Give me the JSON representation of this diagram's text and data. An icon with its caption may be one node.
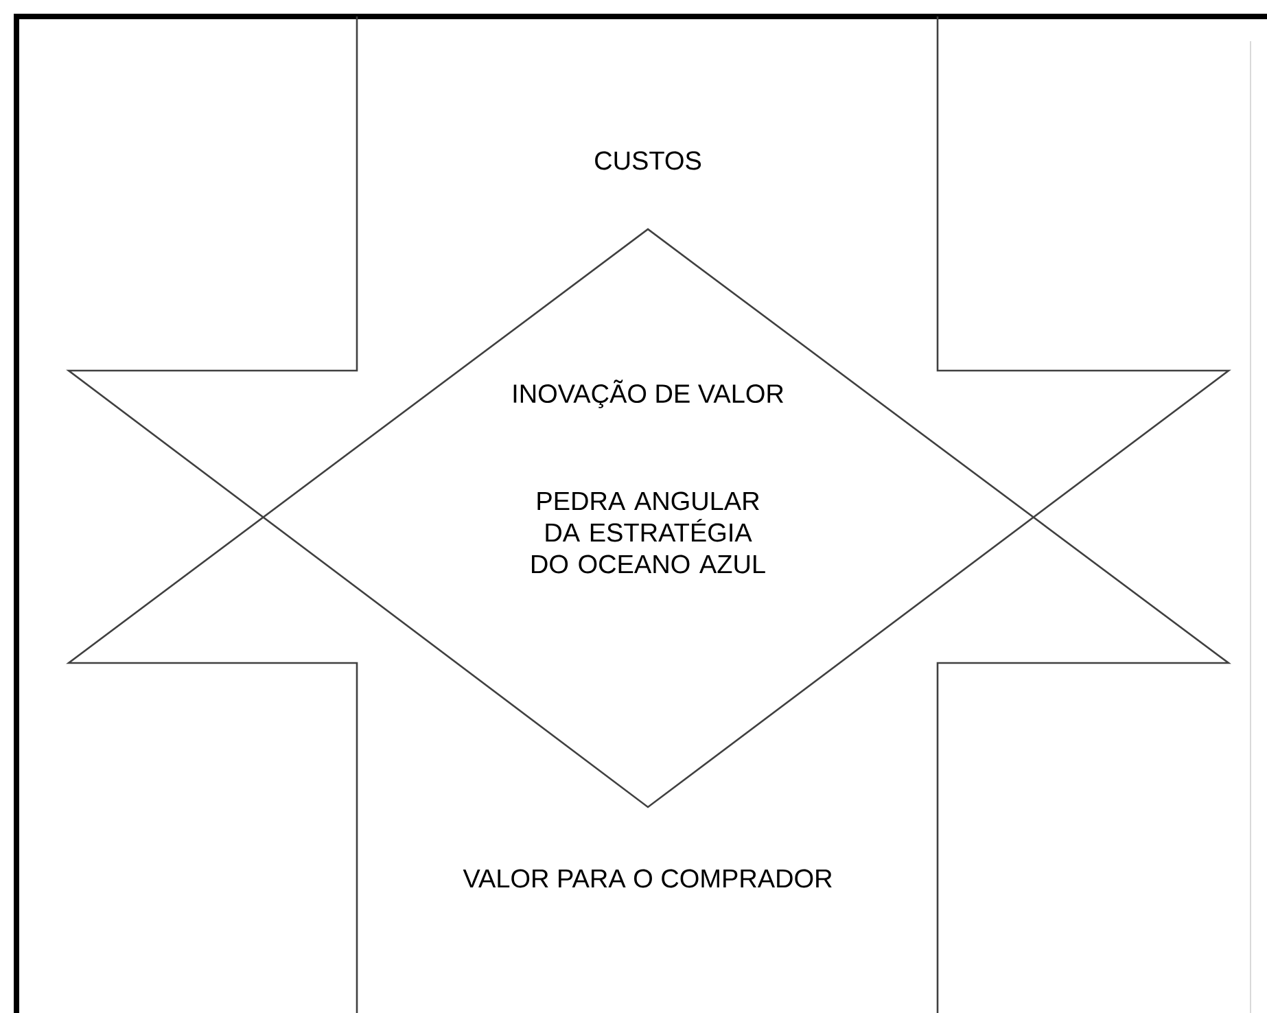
{
  "diagram": {
    "nodes": [
      {
        "text": [
          "CUSTOS"
        ]
      },
      {
        "text": [
          "VALOR PARA O COMPRADOR"
        ]
      }
    ],
    "labels": [
      "INOVAÇÃO DE VALOR",
      "PEDRA ANGULAR DA ESTRATÉGIA DO OCEANO AZUL"
    ]
  }
}
